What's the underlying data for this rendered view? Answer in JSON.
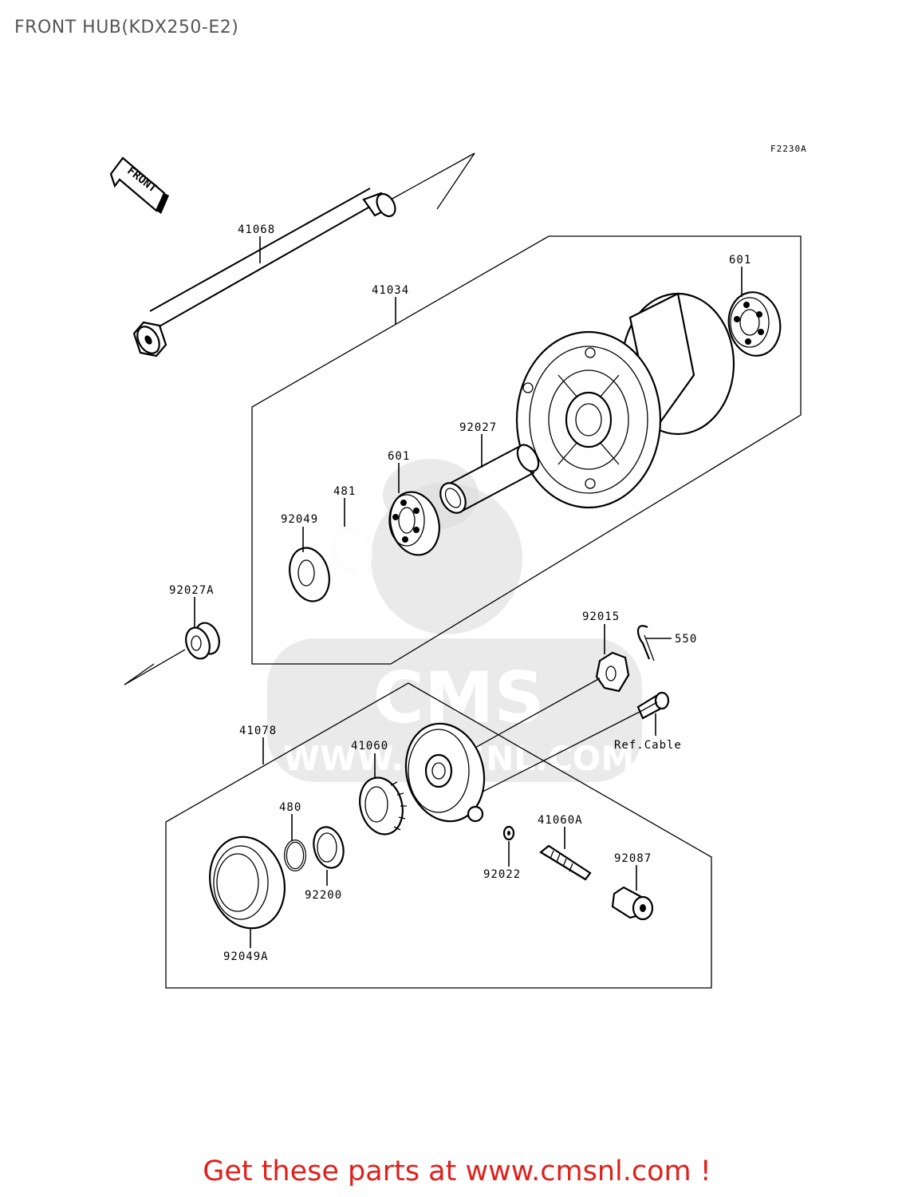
{
  "title": "FRONT HUB(KDX250-E2)",
  "figure_code": "F2230A",
  "front_arrow_label": "FRONT",
  "watermark": {
    "logo": "CMS",
    "url": "WWW.CMSNL.COM"
  },
  "parts": {
    "p41068": "41068",
    "p41034": "41034",
    "p601_top": "601",
    "p92027": "92027",
    "p601_mid": "601",
    "p481": "481",
    "p92049": "92049",
    "p92027A": "92027A",
    "p92015": "92015",
    "p550": "550",
    "p41078": "41078",
    "p41060": "41060",
    "p_ref_cable": "Ref.Cable",
    "p480": "480",
    "p92200": "92200",
    "p92022": "92022",
    "p41060A": "41060A",
    "p92087": "92087",
    "p92049A": "92049A"
  },
  "promo_text": "Get these parts at www.cmsnl.com !"
}
